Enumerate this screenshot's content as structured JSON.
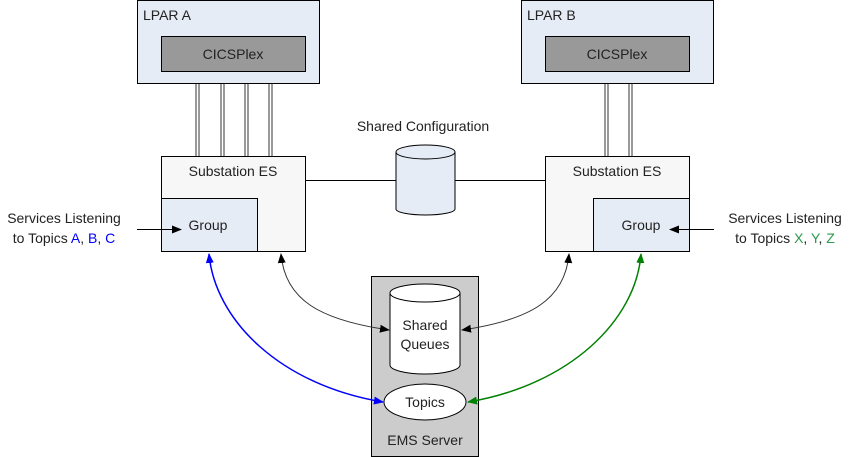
{
  "lpar_a": {
    "title": "LPAR A",
    "cicsplex": "CICSPlex"
  },
  "lpar_b": {
    "title": "LPAR B",
    "cicsplex": "CICSPlex"
  },
  "substation_a": {
    "title": "Substation ES",
    "group": "Group"
  },
  "substation_b": {
    "title": "Substation ES",
    "group": "Group"
  },
  "shared_config": {
    "label": "Shared Configuration"
  },
  "ems": {
    "title": "EMS Server",
    "queues_line1": "Shared",
    "queues_line2": "Queues",
    "topics": "Topics"
  },
  "left_services": {
    "line1": "Services Listening",
    "line2_prefix": "to Topics ",
    "topics": [
      "A",
      "B",
      "C"
    ],
    "color": "#0000ff"
  },
  "right_services": {
    "line1": "Services Listening",
    "line2_prefix": "to Topics ",
    "topics": [
      "X",
      "Y",
      "Z"
    ],
    "color": "#2e9a4e"
  },
  "colors": {
    "lpar_fill": "#e6ecf6",
    "cicsplex_fill": "#999999",
    "substation_fill": "#f7f7f7",
    "group_fill": "#e6ecf6",
    "ems_fill": "#cccccc",
    "blue_arrow": "#0000ff",
    "green_arrow": "#008000"
  }
}
